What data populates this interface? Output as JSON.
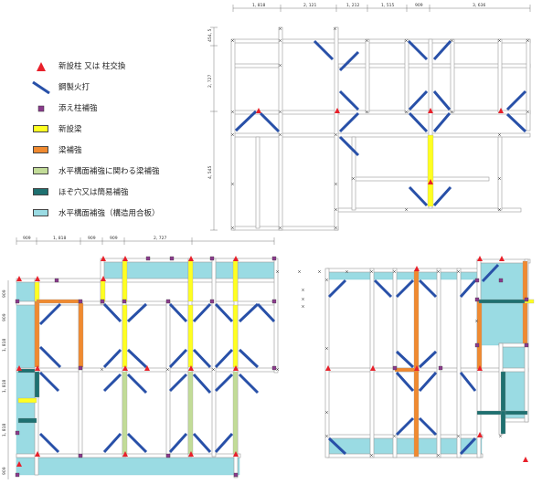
{
  "legend": {
    "items": [
      {
        "symbol": "red-triangle-icon",
        "label": "新設柱 又は 柱交換",
        "color": "#e8202a"
      },
      {
        "symbol": "blue-brace-icon",
        "label": "鋼製火打",
        "color": "#2850a8"
      },
      {
        "symbol": "purple-square-icon",
        "label": "添え柱補強",
        "color": "#8a3b8c"
      },
      {
        "symbol": "swatch",
        "label": "新設梁",
        "color": "#ffff22"
      },
      {
        "symbol": "swatch",
        "label": "梁補強",
        "color": "#f08a30"
      },
      {
        "symbol": "swatch",
        "label": "水平構面補強に関わる梁補強",
        "color": "#c2dc98"
      },
      {
        "symbol": "swatch",
        "label": "ほぞ穴又は簡易補強",
        "color": "#1e7070"
      },
      {
        "symbol": "swatch",
        "label": "水平構面補強（構造用合板）",
        "color": "#9adbe3"
      }
    ]
  },
  "top_plan": {
    "dims_top": [
      "1, 818",
      "2, 121",
      "1, 212",
      "1, 515",
      "909",
      "3, 636"
    ],
    "dims_left": [
      "454, 5",
      "2, 727",
      "4, 545"
    ]
  },
  "bottom_plan": {
    "dims_top": [
      "909",
      "1, 818",
      "909",
      "909",
      "2, 727"
    ],
    "dims_left": [
      "909",
      "909",
      "1, 818",
      "1, 818",
      "1, 818",
      "909"
    ]
  }
}
